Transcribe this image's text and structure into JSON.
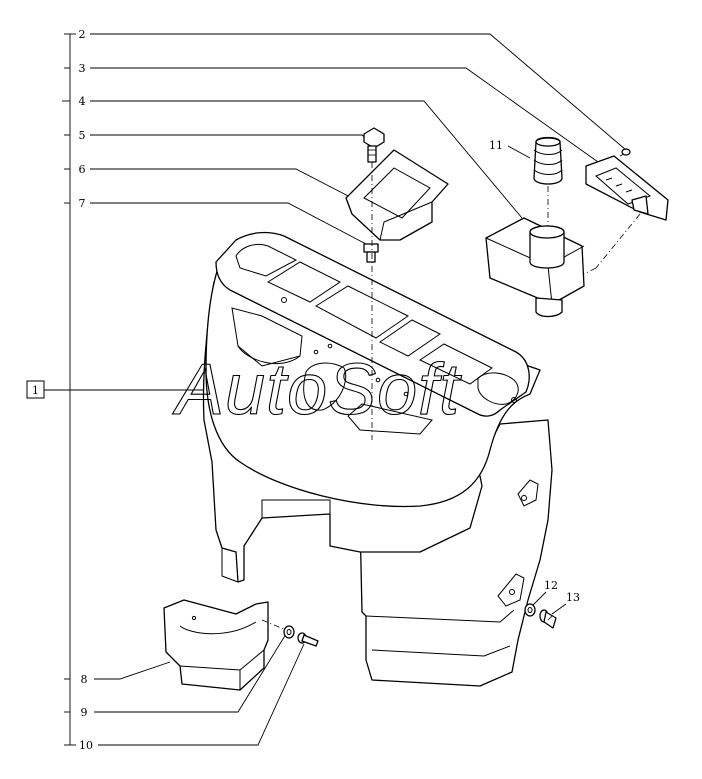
{
  "diagram": {
    "callouts": [
      {
        "id": "2",
        "label": "2"
      },
      {
        "id": "3",
        "label": "3"
      },
      {
        "id": "4",
        "label": "4"
      },
      {
        "id": "5",
        "label": "5"
      },
      {
        "id": "6",
        "label": "6"
      },
      {
        "id": "7",
        "label": "7"
      },
      {
        "id": "8",
        "label": "8"
      },
      {
        "id": "9",
        "label": "9"
      },
      {
        "id": "10",
        "label": "10"
      },
      {
        "id": "11",
        "label": "11"
      },
      {
        "id": "12",
        "label": "12"
      },
      {
        "id": "13",
        "label": "13"
      }
    ],
    "assembly_label": "1",
    "watermark": "AutoSoft"
  }
}
